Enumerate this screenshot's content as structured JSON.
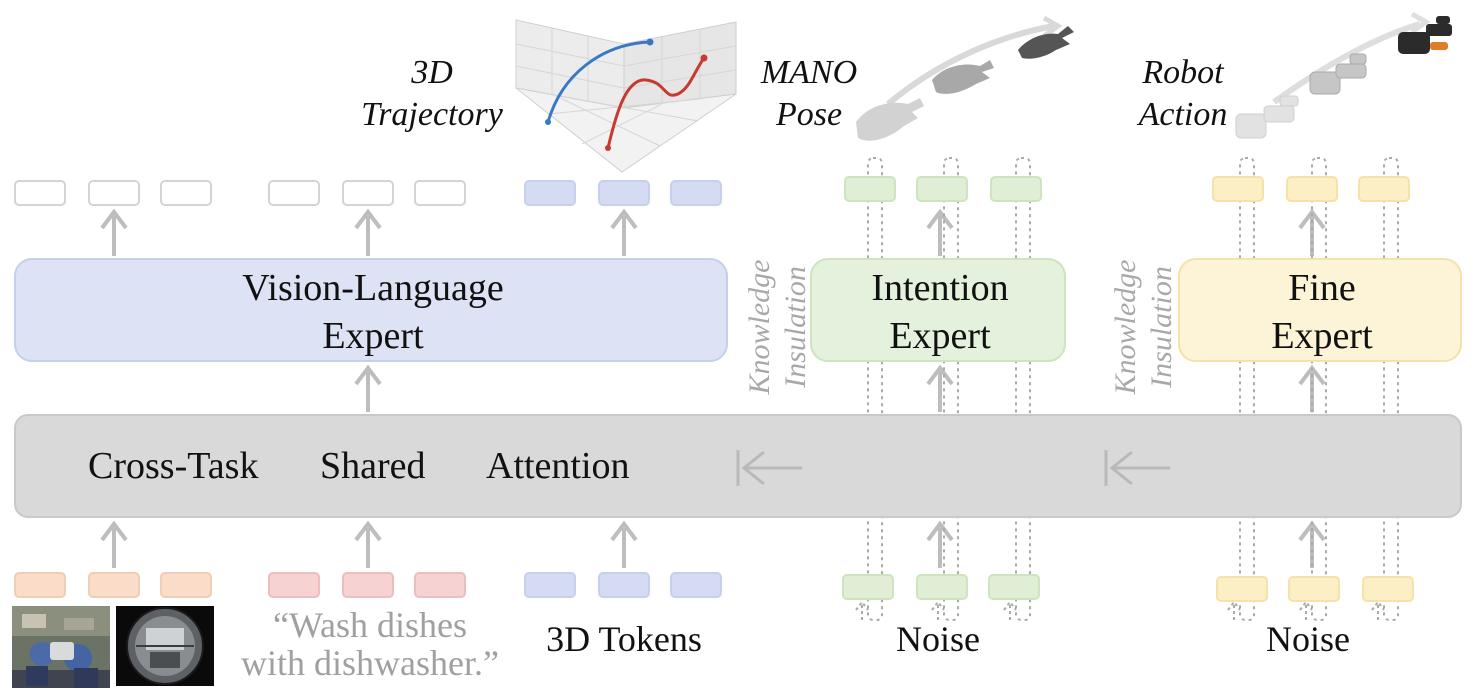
{
  "labels": {
    "vl_expert_line1": "Vision-Language",
    "vl_expert_line2": "Expert",
    "intention_line1": "Intention",
    "intention_line2": "Expert",
    "fine_line1": "Fine",
    "fine_line2": "Expert",
    "cross_task": "Cross-Task",
    "shared": "Shared",
    "attention": "Attention",
    "traj_line1": "3D",
    "traj_line2": "Trajectory",
    "mano_line1": "MANO",
    "mano_line2": "Pose",
    "robot_line1": "Robot",
    "robot_line2": "Action",
    "insulation_word1": "Knowledge",
    "insulation_word2": "Insulation",
    "instruction_line1": "“Wash dishes",
    "instruction_line2": "with dishwasher.”",
    "tokens_3d": "3D Tokens",
    "noise": "Noise"
  },
  "colors": {
    "vl_box": "#dde3f4",
    "vl_border": "#c6cfec",
    "intention_box": "#e4f1dc",
    "intention_border": "#cde4bf",
    "fine_box": "#fdf3d6",
    "fine_border": "#f4e2a8",
    "attention_bar": "#d9d9d9",
    "attention_border": "#c9c9c9",
    "arrow": "#bdbdbd",
    "text_token": "#ffffff",
    "text_token_border": "#d4d4d4",
    "image_token": "#f9ddc8",
    "lang_token": "#f6d2d2",
    "token_3d": "#d5dbf2",
    "green_token": "#dfeed4",
    "yellow_token": "#fcefc6",
    "trajectory_blue": "#3b78c4",
    "trajectory_red": "#c83a30"
  },
  "icons": [
    "image-thumbnail-icon",
    "fisheye-camera-icon",
    "trajectory-plot-icon",
    "hand-pose-icon",
    "robot-hand-icon"
  ]
}
